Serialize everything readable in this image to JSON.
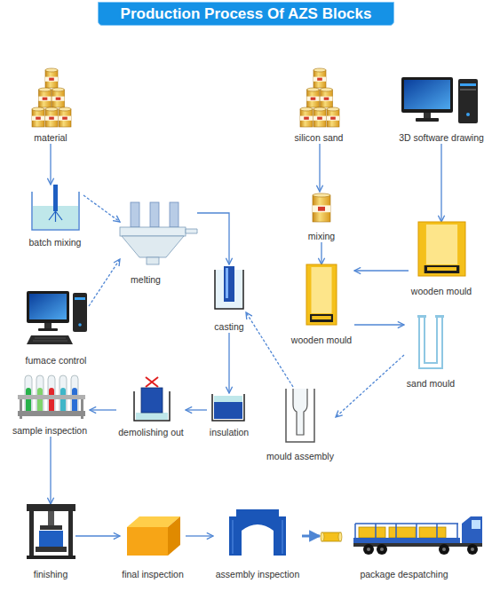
{
  "diagram": {
    "title": "Production Process Of AZS Blocks",
    "nodes": [
      {
        "text": [
          "material"
        ]
      },
      {
        "text": [
          "silicon sand"
        ]
      },
      {
        "text": [
          "3D software drawing"
        ]
      },
      {
        "text": [
          "batch mixing"
        ]
      },
      {
        "text": [
          "mixing"
        ]
      },
      {
        "text": [
          "melting"
        ]
      },
      {
        "text": [
          "casting"
        ]
      },
      {
        "text": [
          "wooden mould"
        ]
      },
      {
        "text": [
          "wooden mould"
        ]
      },
      {
        "text": [
          "fumace control"
        ]
      },
      {
        "text": [
          "sand mould"
        ]
      },
      {
        "text": [
          "sample inspection"
        ]
      },
      {
        "text": [
          "demolishing out"
        ]
      },
      {
        "text": [
          "insulation"
        ]
      },
      {
        "text": [
          "mould assembly"
        ]
      },
      {
        "text": [
          "finishing"
        ]
      },
      {
        "text": [
          "final inspection"
        ]
      },
      {
        "text": [
          "assembly inspection"
        ]
      },
      {
        "text": [
          "package despatching"
        ]
      }
    ],
    "edges": [
      {
        "from": 0,
        "to": 3,
        "arrow": "to"
      },
      {
        "from": 3,
        "to": 5,
        "arrow": "to"
      },
      {
        "from": 9,
        "to": 5,
        "arrow": "to"
      },
      {
        "from": 5,
        "to": 6,
        "arrow": "to"
      },
      {
        "from": 1,
        "to": 4,
        "arrow": "to"
      },
      {
        "from": 4,
        "to": 8,
        "arrow": "to"
      },
      {
        "from": 2,
        "to": 7,
        "arrow": "to"
      },
      {
        "from": 7,
        "to": 8,
        "arrow": "to"
      },
      {
        "from": 8,
        "to": 10,
        "arrow": "to"
      },
      {
        "from": 10,
        "to": 14,
        "arrow": "to"
      },
      {
        "from": 14,
        "to": 6,
        "arrow": "to"
      },
      {
        "from": 6,
        "to": 13,
        "arrow": "to"
      },
      {
        "from": 13,
        "to": 12,
        "arrow": "to"
      },
      {
        "from": 12,
        "to": 11,
        "arrow": "to"
      },
      {
        "from": 11,
        "to": 15,
        "arrow": "to"
      },
      {
        "from": 15,
        "to": 16,
        "arrow": "to"
      },
      {
        "from": 16,
        "to": 17,
        "arrow": "to"
      },
      {
        "from": 17,
        "to": 18,
        "arrow": "to"
      }
    ]
  }
}
